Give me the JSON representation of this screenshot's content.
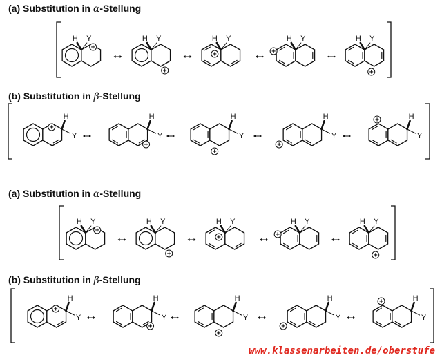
{
  "sections": [
    {
      "prefix": "(a) Substitution in ",
      "greek": "α",
      "suffix": "-Stellung"
    },
    {
      "prefix": "(b) Substitution in ",
      "greek": "β",
      "suffix": "-Stellung"
    },
    {
      "prefix": "(a) Substitution in ",
      "greek": "α",
      "suffix": "-Stellung"
    },
    {
      "prefix": "(b) Substitution in ",
      "greek": "β",
      "suffix": "-Stellung"
    }
  ],
  "labels": {
    "hydrogen": "H",
    "substituent": "Y",
    "cation": "+",
    "resonance": "↔"
  },
  "watermark": "www.klassenarbeiten.de/oberstufe",
  "colors": {
    "ink": "#111111",
    "watermark": "#e0281f"
  }
}
